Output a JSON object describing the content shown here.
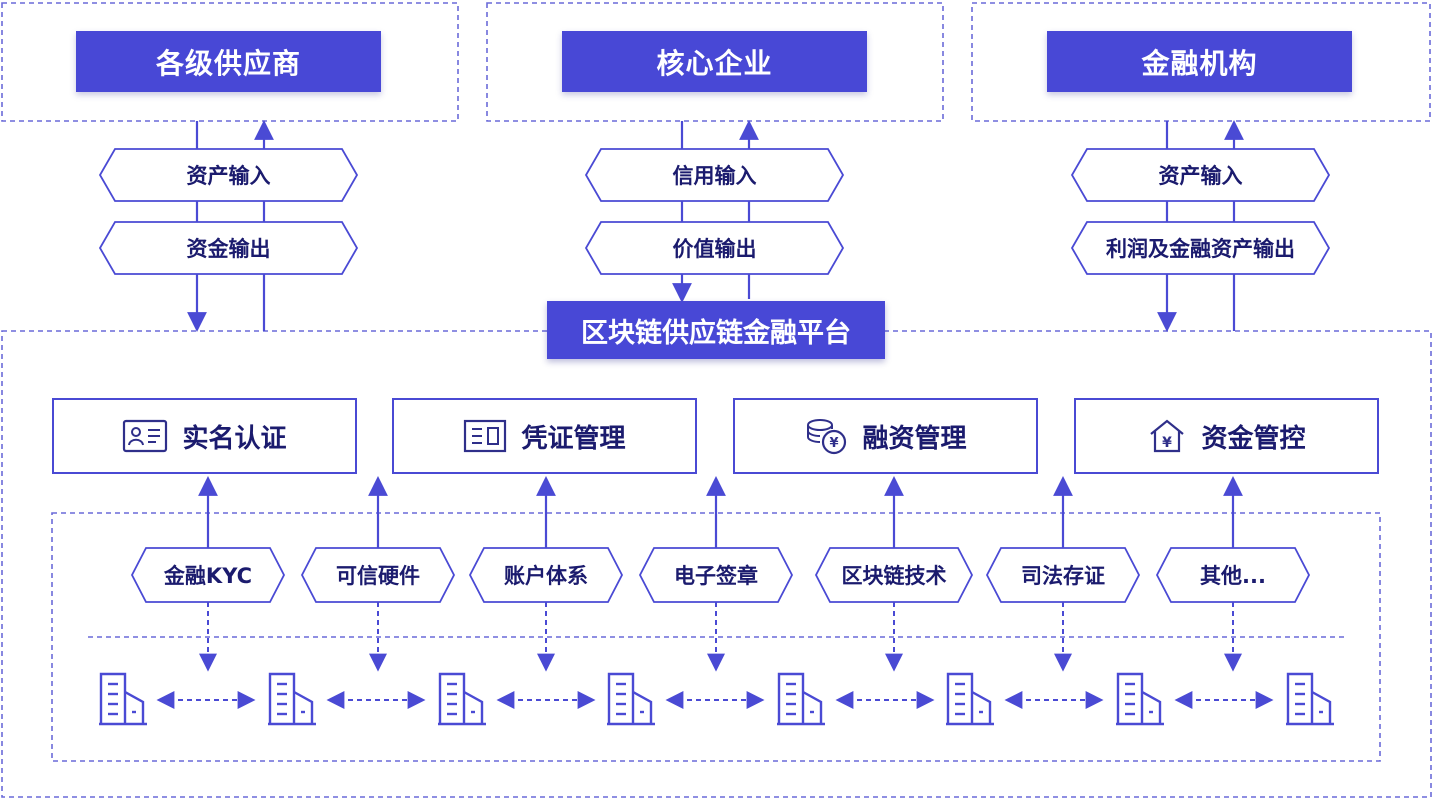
{
  "parties": [
    {
      "name": "各级供应商",
      "flows": [
        "资产输入",
        "资金输出"
      ]
    },
    {
      "name": "核心企业",
      "flows": [
        "信用输入",
        "价值输出"
      ]
    },
    {
      "name": "金融机构",
      "flows": [
        "资产输入",
        "利润及金融资产输出"
      ]
    }
  ],
  "platform": {
    "title": "区块链供应链金融平台"
  },
  "modules": [
    {
      "label": "实名认证",
      "icon": "id-card-icon"
    },
    {
      "label": "凭证管理",
      "icon": "voucher-icon"
    },
    {
      "label": "融资管理",
      "icon": "coins-icon"
    },
    {
      "label": "资金管控",
      "icon": "house-yen-icon"
    }
  ],
  "technologies": [
    "金融KYC",
    "可信硬件",
    "账户体系",
    "电子签章",
    "区块链技术",
    "司法存证",
    "其他..."
  ],
  "colors": {
    "primary": "#4848d6",
    "text": "#1b1b6e",
    "stroke": "#4a4ad4",
    "dash": "#6a6ad8"
  }
}
